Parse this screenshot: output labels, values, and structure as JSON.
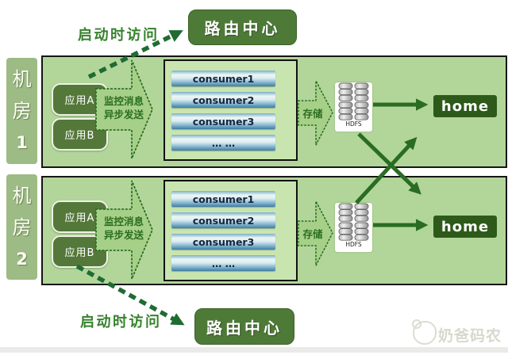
{
  "route_top": {
    "label": "路由中心"
  },
  "route_bottom": {
    "label": "路由中心"
  },
  "startup_top": {
    "label": "启动时访问"
  },
  "startup_bottom": {
    "label": "启动时访问"
  },
  "rooms": [
    {
      "room_chars": [
        "机",
        "房",
        "1"
      ],
      "apps": [
        {
          "label": "应用A"
        },
        {
          "label": "应用B"
        }
      ],
      "monitor_line1": "监控消息",
      "monitor_line2": "异步发送",
      "consumers": [
        "consumer1",
        "consumer2",
        "consumer3",
        "… …"
      ],
      "store_label": "存储",
      "hdfs_label": "HDFS",
      "home_label": "home"
    },
    {
      "room_chars": [
        "机",
        "房",
        "2"
      ],
      "apps": [
        {
          "label": "应用A"
        },
        {
          "label": "应用B"
        }
      ],
      "monitor_line1": "监控消息",
      "monitor_line2": "异步发送",
      "consumers": [
        "consumer1",
        "consumer2",
        "consumer3",
        "… …"
      ],
      "store_label": "存储",
      "hdfs_label": "HDFS",
      "home_label": "home"
    }
  ],
  "watermark": {
    "label": "奶爸码农"
  },
  "colors": {
    "panel_green": "#b2d69a",
    "consumer_panel_green": "#c9e5af",
    "sidebar_green": "#9dbb84",
    "app_box_green": "#54783a",
    "route_box_green": "#4e7a38",
    "home_box_green": "#2d5a1a",
    "arrow_dark_green": "#2a6d22",
    "block_arrow_fill": "#a6d088",
    "consumer_bar_blue": "#3d7ea6",
    "startup_text_green": "#37822e",
    "watermark_gray": "#d8d8ce"
  }
}
